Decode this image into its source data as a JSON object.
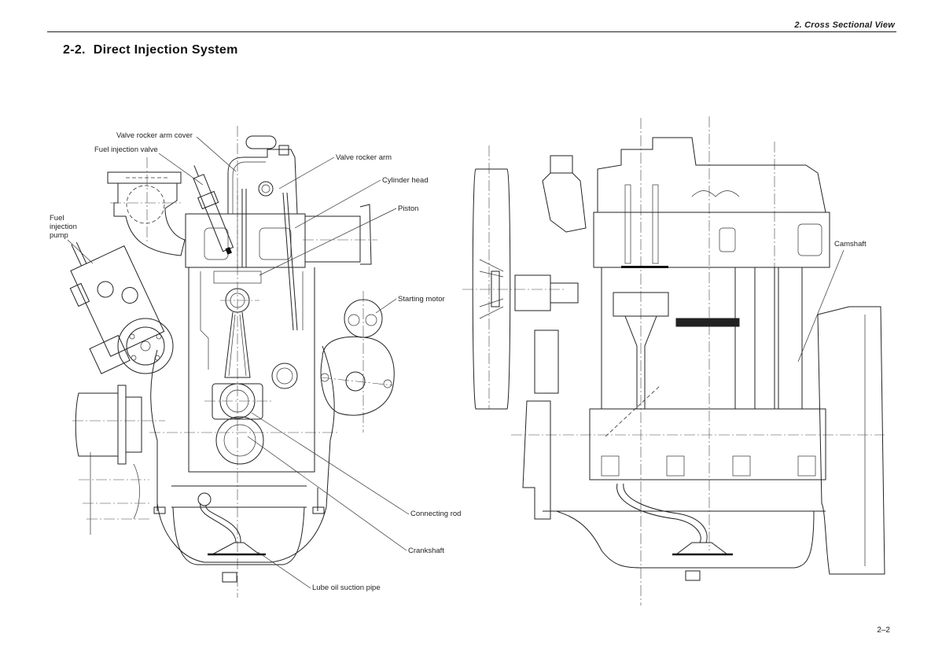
{
  "page": {
    "running_head": "2. Cross Sectional View",
    "section_number": "2-2.",
    "section_title": "Direct Injection System",
    "page_number": "2–2"
  },
  "figures": {
    "front_section": {
      "labels": {
        "valve_rocker_arm_cover": "Valve rocker arm cover",
        "fuel_injection_valve": "Fuel injection valve",
        "fuel_injection_pump_1": "Fuel",
        "fuel_injection_pump_2": "injection",
        "fuel_injection_pump_3": "pump",
        "valve_rocker_arm": "Valve rocker arm",
        "cylinder_head": "Cylinder head",
        "piston": "Piston",
        "starting_motor": "Starting motor",
        "connecting_rod": "Connecting rod",
        "crankshaft": "Crankshaft",
        "lube_oil_suction_pipe": "Lube oil suction pipe"
      }
    },
    "side_section": {
      "labels": {
        "camshaft": "Camshaft"
      }
    }
  }
}
